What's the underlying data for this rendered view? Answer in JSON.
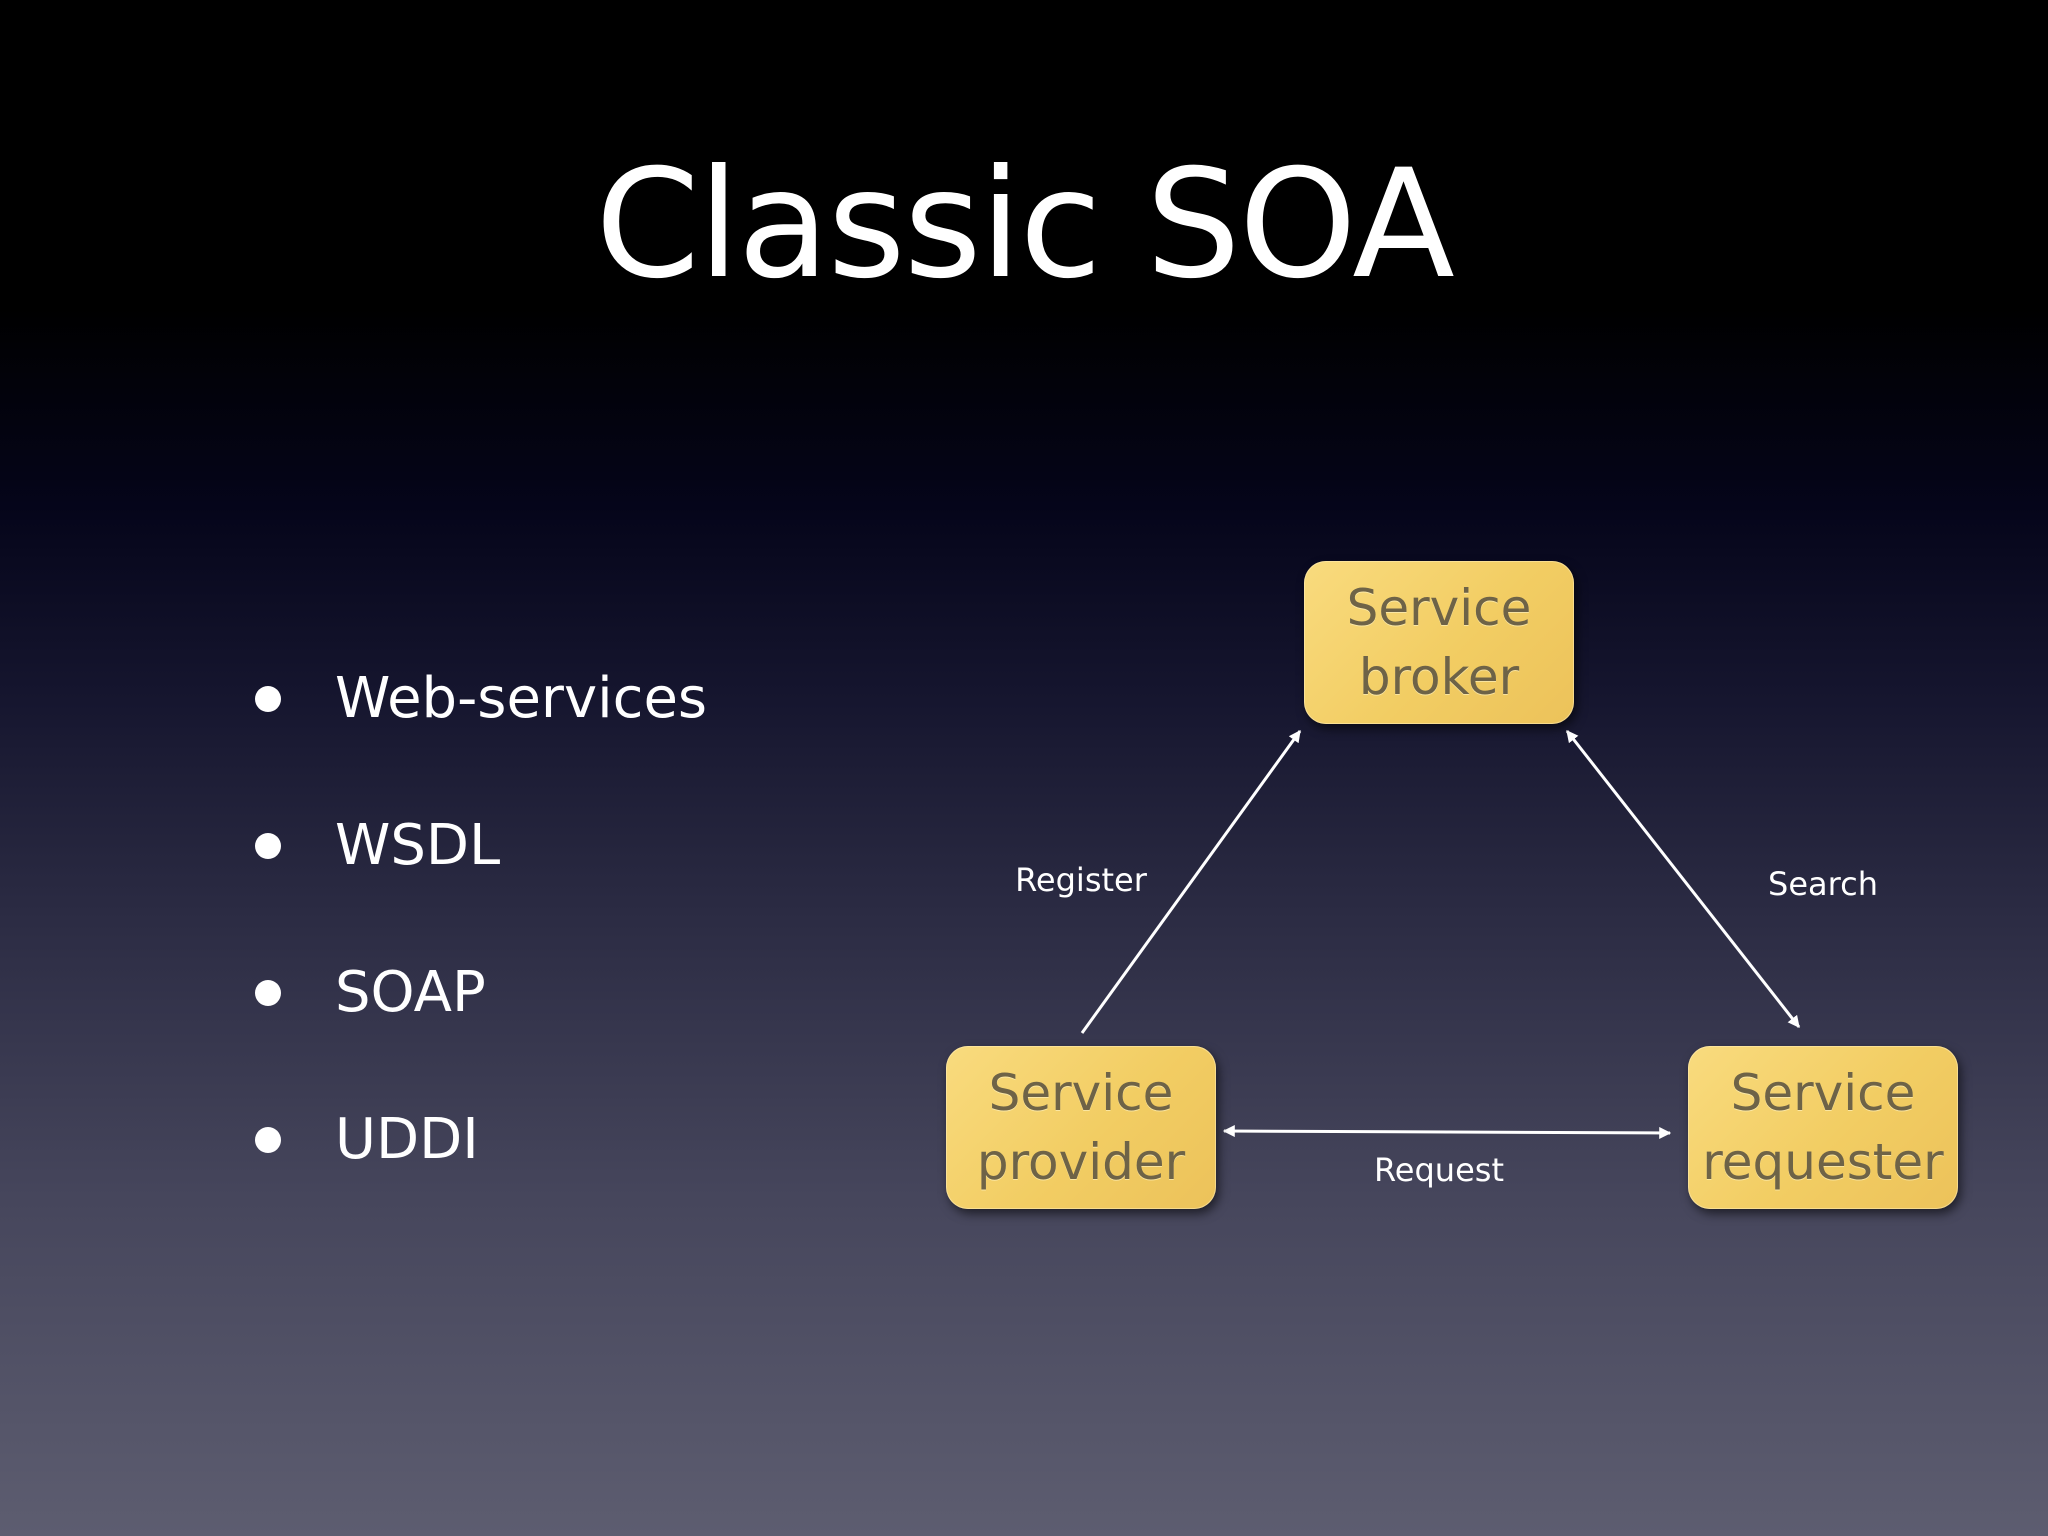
{
  "slide": {
    "title": "Classic SOA",
    "background_top": "#000000",
    "background_bottom": "#5d5d70"
  },
  "bullets": [
    {
      "text": "Web-services"
    },
    {
      "text": "WSDL"
    },
    {
      "text": "SOAP"
    },
    {
      "text": "UDDI"
    }
  ],
  "diagram": {
    "node_color": "#f2cd63",
    "node_text_color": "#6e6347",
    "nodes": {
      "broker": {
        "line1": "Service",
        "line2": "broker"
      },
      "provider": {
        "line1": "Service",
        "line2": "provider"
      },
      "requester": {
        "line1": "Service",
        "line2": "requester"
      }
    },
    "edges": {
      "register": {
        "label": "Register",
        "from": "provider",
        "to": "broker",
        "direction": "one-way"
      },
      "search": {
        "label": "Search",
        "from": "broker",
        "to": "requester",
        "direction": "two-way"
      },
      "request": {
        "label": "Request",
        "from": "provider",
        "to": "requester",
        "direction": "two-way"
      }
    }
  }
}
